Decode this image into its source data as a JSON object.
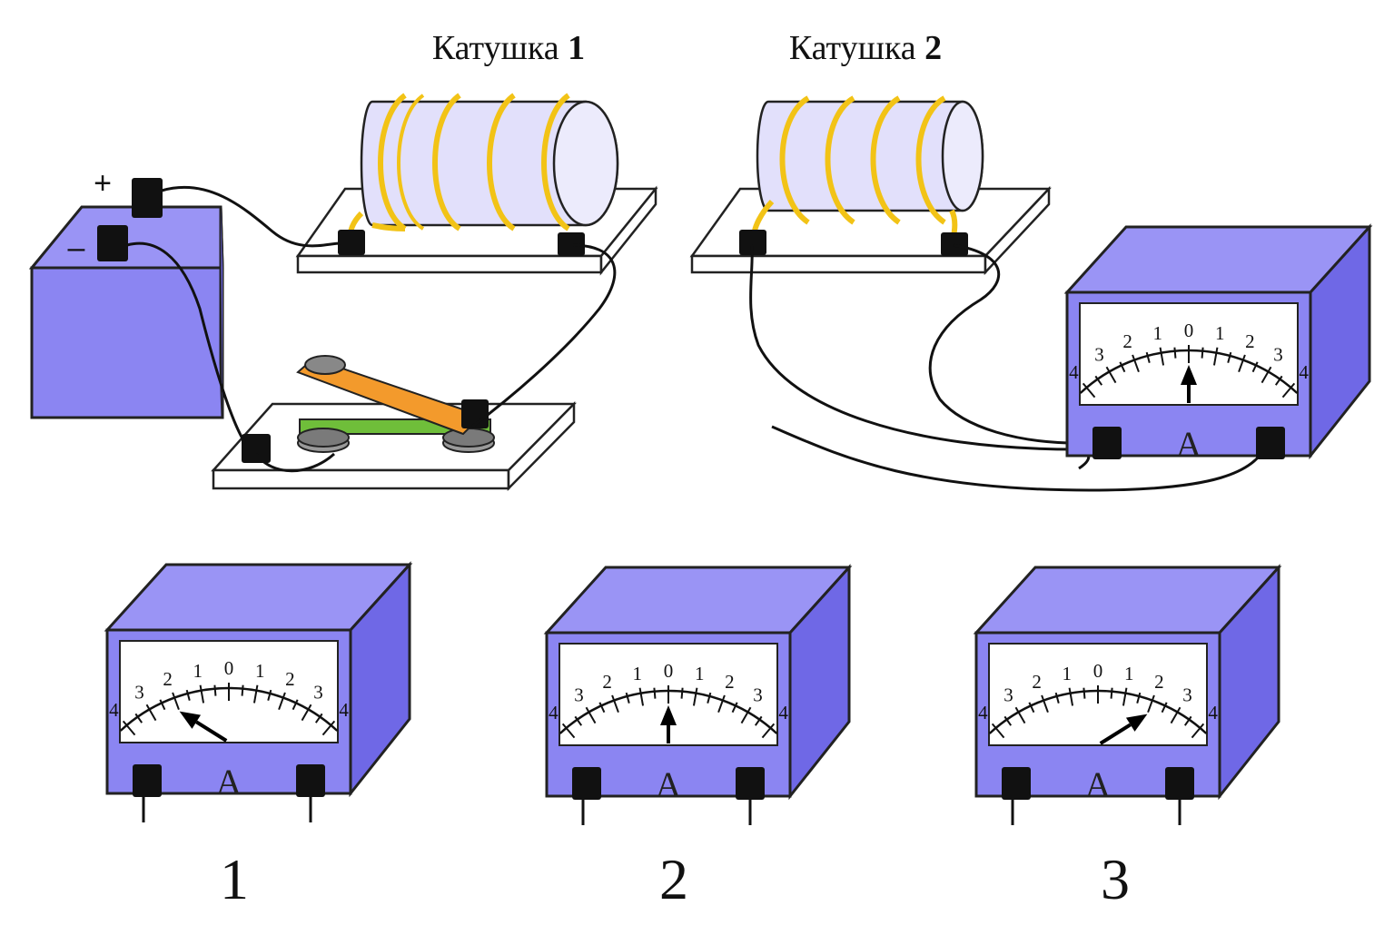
{
  "coils": [
    {
      "label": "Катушка",
      "number": "1"
    },
    {
      "label": "Катушка",
      "number": "2"
    }
  ],
  "battery": {
    "plus": "+",
    "minus": "–"
  },
  "ammeter": {
    "unit": "A",
    "scale_labels": [
      "4",
      "3",
      "2",
      "1",
      "0",
      "1",
      "2",
      "3",
      "4"
    ],
    "scale_values": [
      -4,
      -3,
      -2,
      -1,
      0,
      1,
      2,
      3,
      4
    ]
  },
  "main_ammeter_reading": 0,
  "options": [
    {
      "label": "1",
      "reading": -2
    },
    {
      "label": "2",
      "reading": 0
    },
    {
      "label": "3",
      "reading": 2
    }
  ],
  "colors": {
    "device_front": "#8b85f2",
    "device_top": "#9a94f5",
    "device_side": "#6f68e6",
    "coil_wire": "#f2c316",
    "coil_core": "#e2e0fb",
    "switch_lever": "#f39a2c",
    "switch_plate": "#6fbe3a",
    "terminal": "#111111"
  }
}
